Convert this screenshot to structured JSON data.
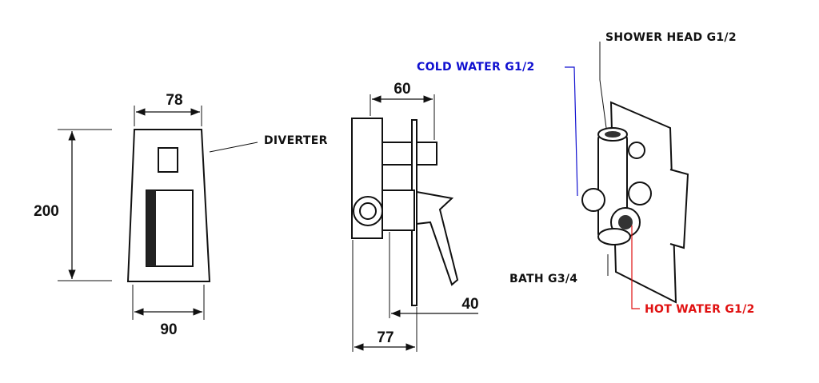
{
  "front_view": {
    "width_top": "78",
    "height": "200",
    "width_bottom": "90",
    "diverter_label": "DIVERTER"
  },
  "side_view": {
    "depth_top": "60",
    "depth_plate": "40",
    "depth_total": "77"
  },
  "iso_view": {
    "cold_water": "COLD WATER G1/2",
    "shower_head": "SHOWER HEAD G1/2",
    "bath": "BATH G3/4",
    "hot_water": "HOT WATER G1/2"
  },
  "colors": {
    "cold": "#1010d0",
    "hot": "#e01010",
    "line": "#111111"
  }
}
